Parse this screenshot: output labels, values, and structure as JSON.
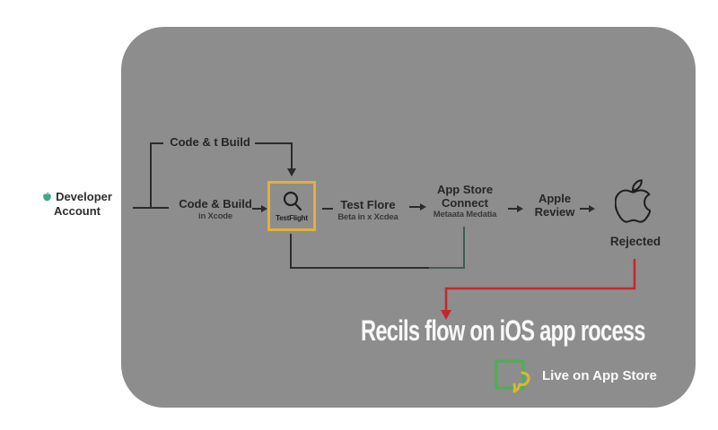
{
  "panel": {
    "bg_color": "#8D8D8D"
  },
  "developer": {
    "line1": "Developer",
    "line2": "Account",
    "icon_color": "#3FA98F"
  },
  "flow": {
    "top_branch_label": "Code & t Build",
    "code_build_title": "Code & Build",
    "code_build_sub": "in Xcode",
    "testflight_label": "TestFlight",
    "testflight_border_color": "#E4AF3B",
    "beta_title": "Test Flore",
    "beta_sub": "Beta in x Xcdea",
    "asc_line1": "App Store",
    "asc_line2": "Connect",
    "asc_sub": "Metaata Medatia",
    "review_line1": "Apple",
    "review_line2": "Review",
    "rejected_label": "Rejected"
  },
  "banner": {
    "title": "Recils flow on iOS app rocess"
  },
  "legend": {
    "label": "Live on App Store",
    "square_color": "#4CAF50",
    "swoosh_color": "#D9B832"
  },
  "colors": {
    "flow_line": "#2b2b2b",
    "loop_teal": "#3E5F52",
    "reject_red": "#C4272B",
    "text_dark": "#262626",
    "text_light": "#FAFAFA"
  }
}
